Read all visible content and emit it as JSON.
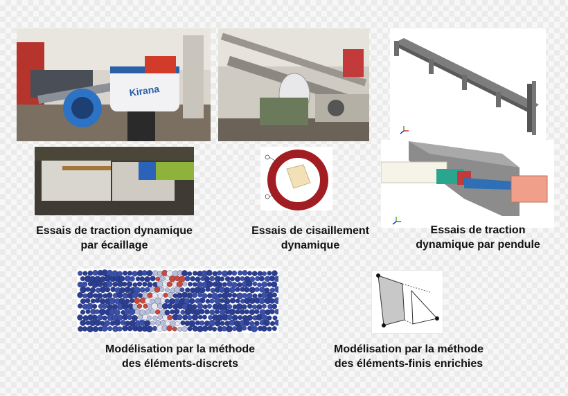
{
  "captions": {
    "spalling": {
      "line1": "Essais de traction dynamique",
      "line2": "par écaillage"
    },
    "shear": {
      "line1": "Essais de cisaillement",
      "line2": "dynamique"
    },
    "pendulum": {
      "line1": "Essais de traction",
      "line2": "dynamique par pendule"
    },
    "dem": {
      "line1": "Modélisation par la méthode",
      "line2": "des éléments-discrets"
    },
    "xfem": {
      "line1": "Modélisation par la méthode",
      "line2": "des éléments-finis enrichies"
    }
  },
  "camera_brand": "Kirana",
  "colors": {
    "dem_sphere": "#2b3d8f",
    "shear_ring": "#a11d22",
    "pendulum_beam": "#2f6fb5"
  },
  "icons": [
    "axis-triad-icon"
  ]
}
